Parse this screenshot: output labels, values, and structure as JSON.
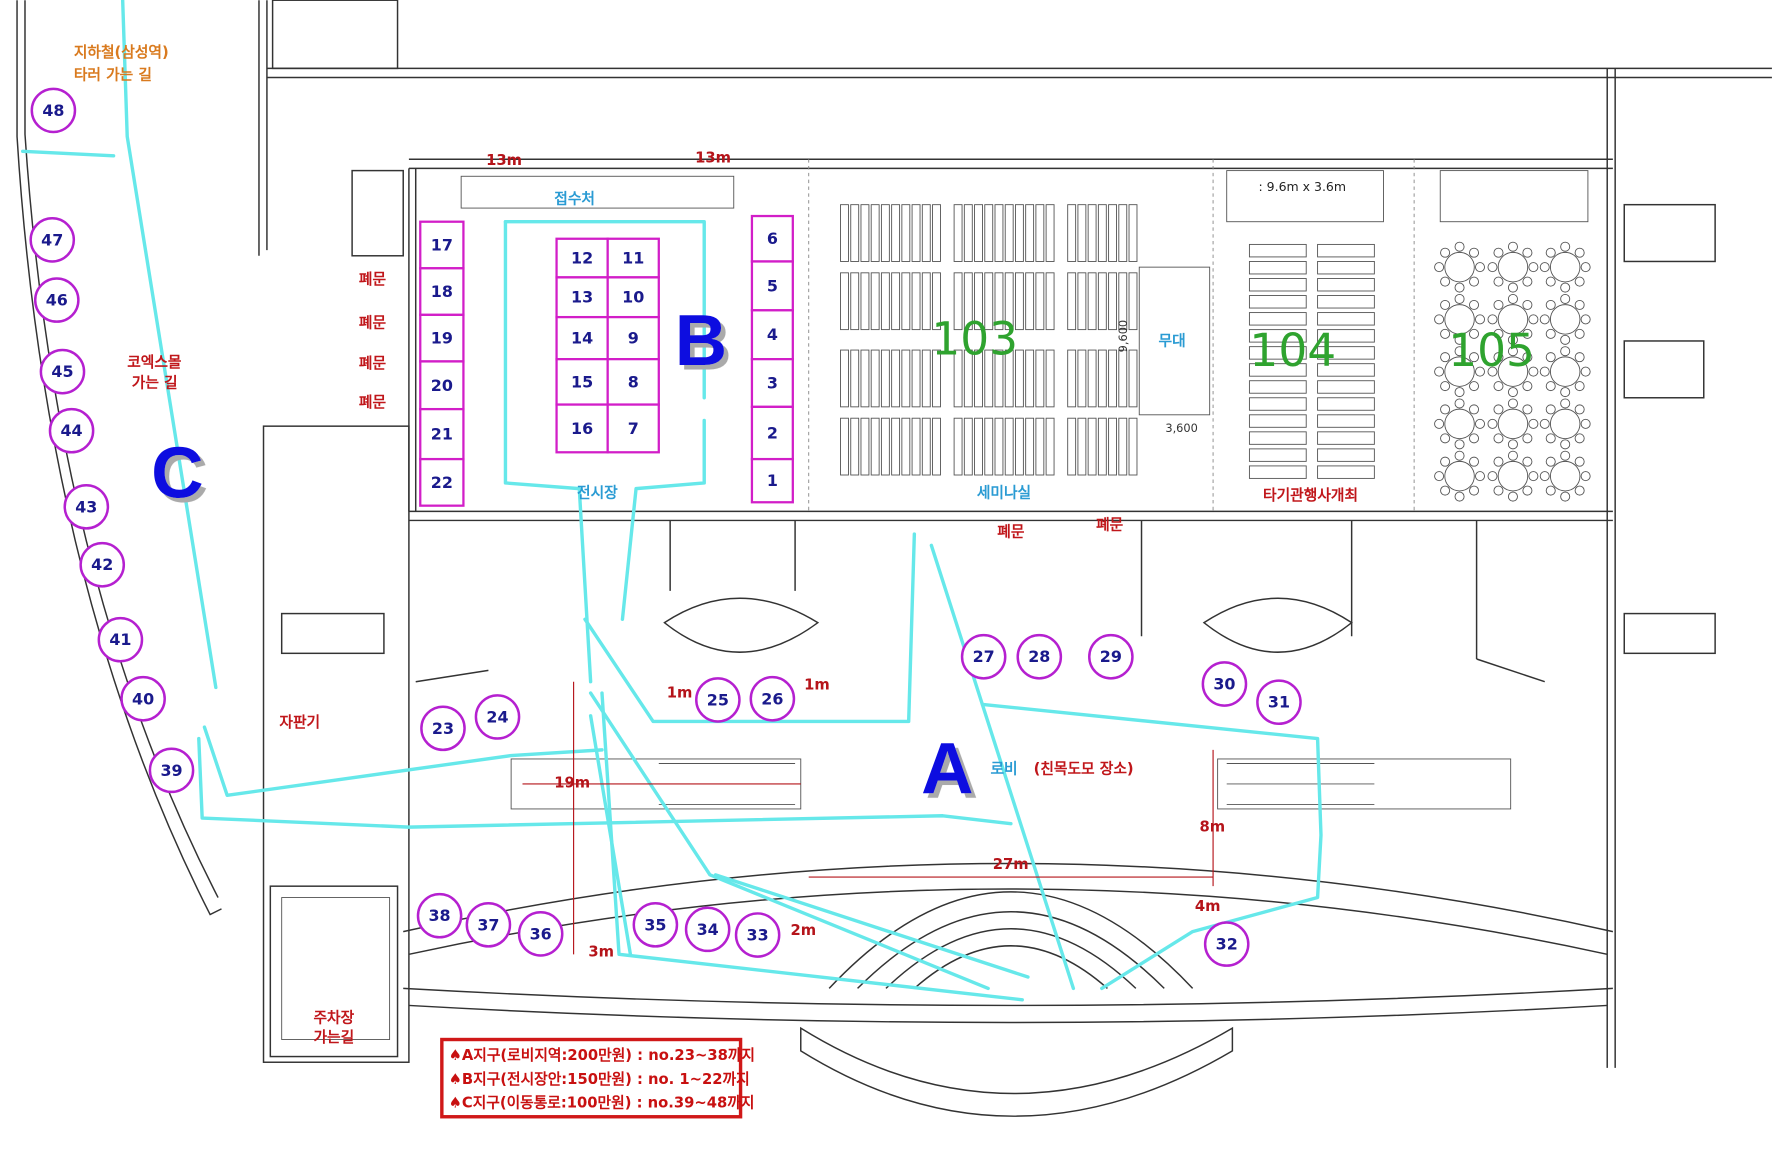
{
  "colors": {
    "path": "#66e8ea",
    "booth_border": "#b520d0",
    "zone_letter": "#1010e0",
    "room_number": "#2fa32f",
    "label_red": "#c0161a"
  },
  "labels": {
    "subway": [
      "지하철(삼성역)",
      "타러 가는 길"
    ],
    "coex_mall": [
      "코엑스몰",
      "가는 길"
    ],
    "parking": [
      "주차장",
      "가는길"
    ],
    "vending": "자판기",
    "reception": "접수처",
    "exhibition": "전시장",
    "seminar": "세미나실",
    "other_event": "타기관행사개최",
    "stage": "무대",
    "lobby": "로비",
    "lobby_note": "(친목도모 장소)",
    "closed_door": "폐문",
    "stage_size": ": 9.6m x 3.6m"
  },
  "zones": {
    "a": "A",
    "b": "B",
    "c": "C"
  },
  "rooms": {
    "r103": "103",
    "r104": "104",
    "r105": "105"
  },
  "dimensions": {
    "top_left": "13m",
    "top_right": "13m",
    "width_19": "19m",
    "width_27": "27m",
    "height_8": "8m",
    "gap_4": "4m",
    "gap_3": "3m",
    "gap_2": "2m",
    "gap_1a": "1m",
    "gap_1b": "1m",
    "stage_h": "9,600",
    "stage_w": "3,600"
  },
  "booths_b": {
    "left_column": [
      "17",
      "18",
      "19",
      "20",
      "21",
      "22"
    ],
    "center_left": [
      "12",
      "13",
      "14",
      "15",
      "16"
    ],
    "center_right": [
      "11",
      "10",
      "9",
      "8",
      "7"
    ],
    "right_column": [
      "6",
      "5",
      "4",
      "3",
      "2",
      "1"
    ]
  },
  "booths_round": [
    "23",
    "24",
    "25",
    "26",
    "27",
    "28",
    "29",
    "30",
    "31",
    "32",
    "33",
    "34",
    "35",
    "36",
    "37",
    "38",
    "39",
    "40",
    "41",
    "42",
    "43",
    "44",
    "45",
    "46",
    "47",
    "48"
  ],
  "legend": [
    "♠A지구(로비지역:200만원) : no.23~38까지",
    "♠B지구(전시장안:150만원) : no. 1~22까지",
    "♠C지구(이동통로:100만원) : no.39~48까지"
  ]
}
